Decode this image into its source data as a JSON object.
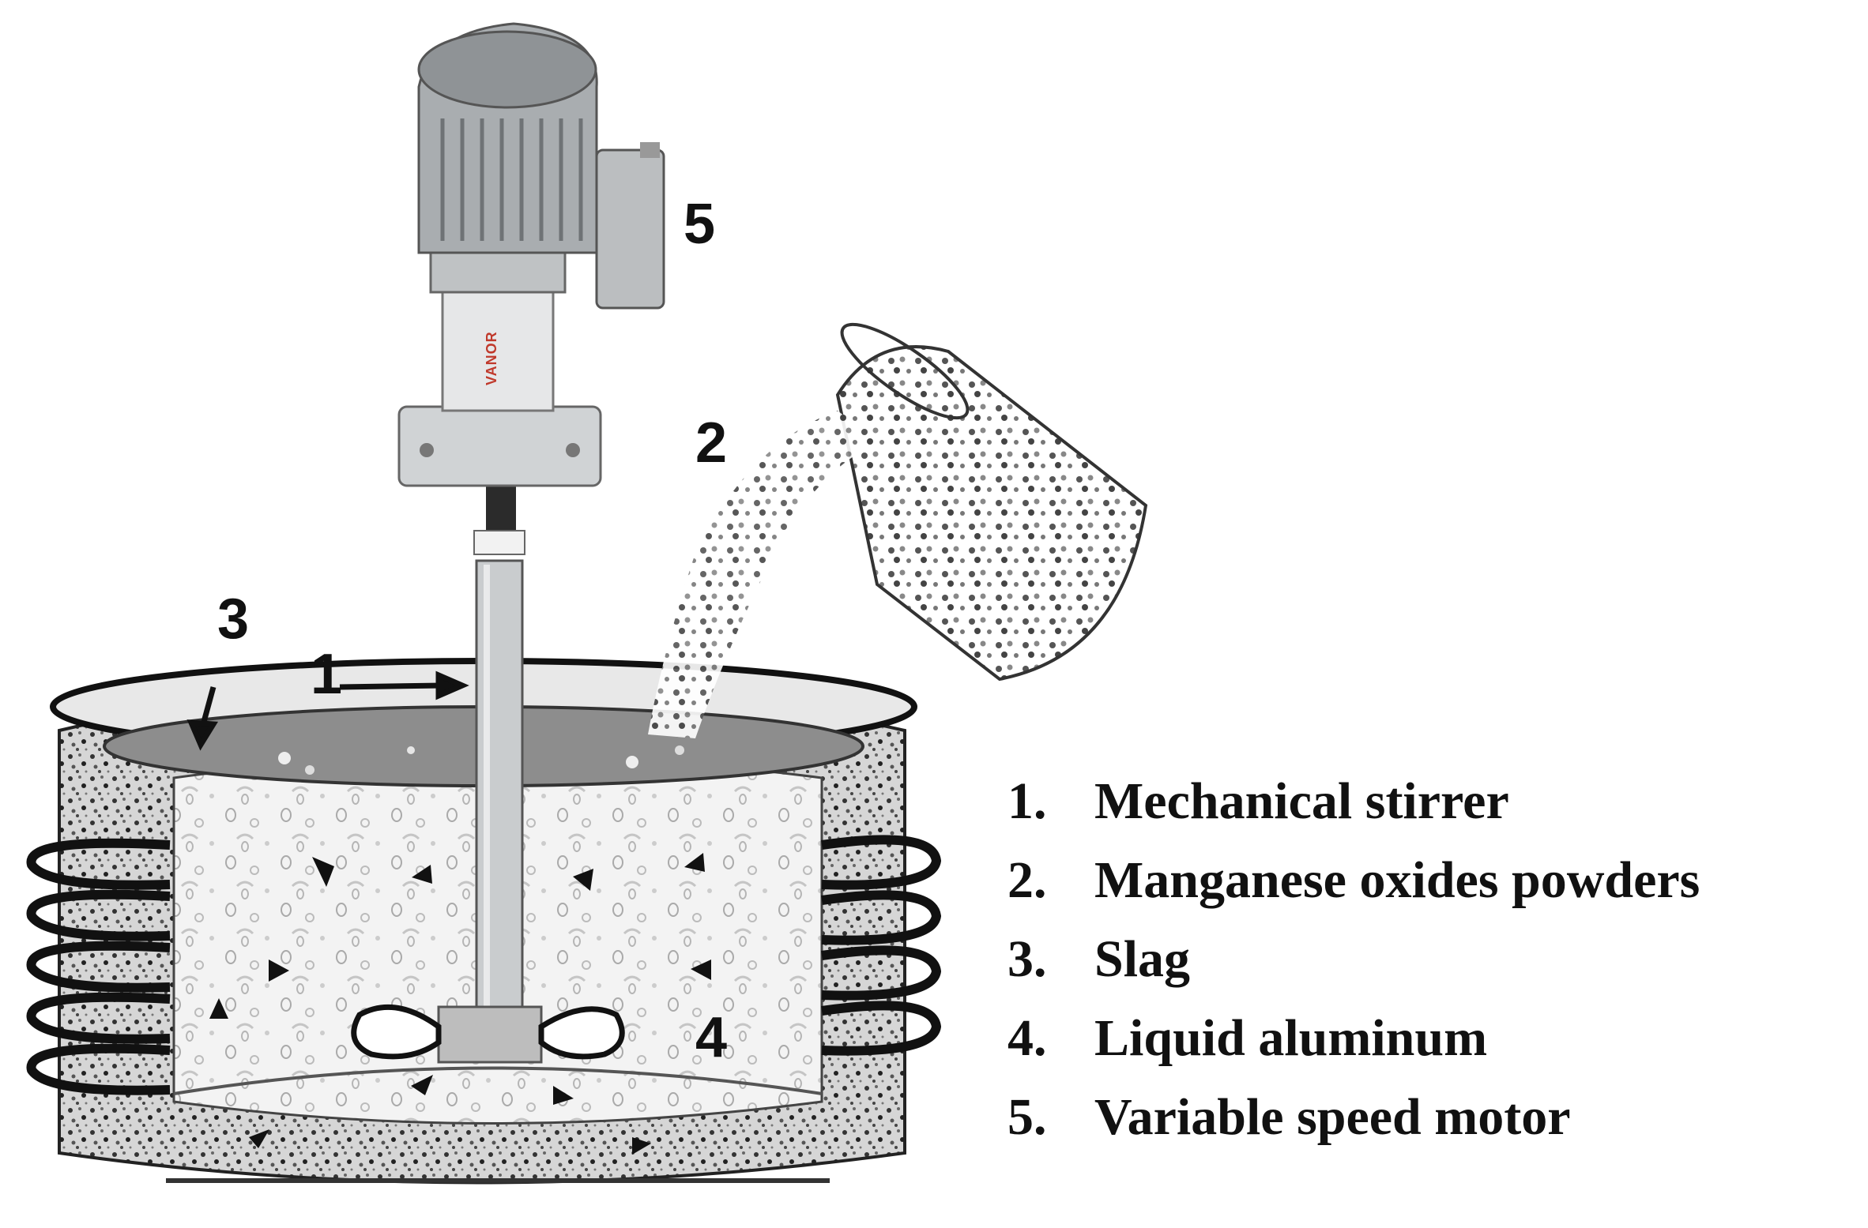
{
  "callouts": {
    "stirrer": "1",
    "powders": "2",
    "slag": "3",
    "aluminum": "4",
    "motor": "5"
  },
  "motor_brand": "VANOR",
  "legend": [
    {
      "num": "1.",
      "text": "Mechanical stirrer"
    },
    {
      "num": "2.",
      "text": "Manganese oxides powders"
    },
    {
      "num": "3.",
      "text": "Slag"
    },
    {
      "num": "4.",
      "text": "Liquid aluminum"
    },
    {
      "num": "5.",
      "text": "Variable speed motor"
    }
  ],
  "colors": {
    "ink": "#111111",
    "metal": "#c9ccce",
    "slag": "#8d8d8d",
    "melt": "#f3f3f3",
    "crucible_wall": "#b8b8b8"
  }
}
